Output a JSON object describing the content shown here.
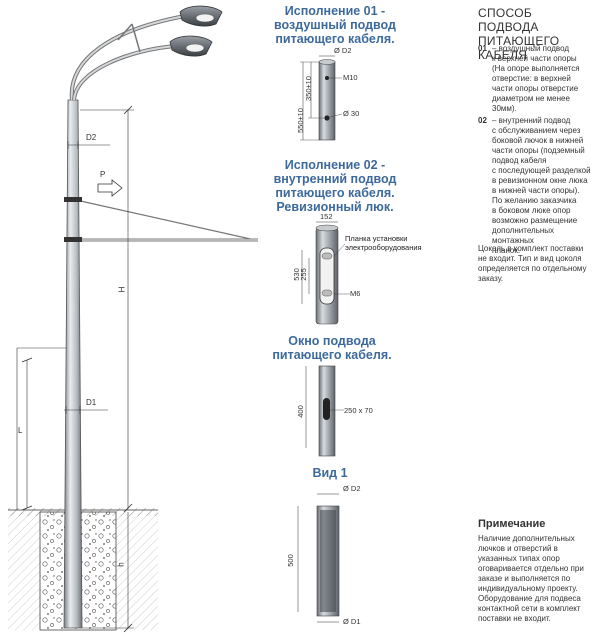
{
  "left_drawing": {
    "d2": "D2",
    "d1": "D1",
    "p": "P",
    "h": "H",
    "l": "L",
    "h_small": "h"
  },
  "variant01": {
    "title": "Исполнение 01 -\nвоздушный подвод\nпитающего кабеля.",
    "d2": "Ø D2",
    "m10": "M10",
    "dim350": "350±10",
    "dim550": "550±10",
    "d30": "Ø 30"
  },
  "variant02": {
    "title": "Исполнение 02 -\nвнутренний подвод\nпитающего кабеля.\nРевизионный люк.",
    "dim152": "152",
    "plate": "Планка установки\nэлектрооборудования",
    "dim530": "530",
    "dim255": "255",
    "m6": "M6"
  },
  "window": {
    "title": "Окно подвода\nпитающего кабеля.",
    "dim400": "400",
    "size": "250 x 70"
  },
  "view1": {
    "title": "Вид 1",
    "d2": "Ø D2",
    "dim500": "500",
    "d1": "Ø D1"
  },
  "right": {
    "title": "СПОСОБ ПОДВОДА\nПИТАЮЩЕГО КАБЕЛЯ",
    "item01_num": "01",
    "item01_text": "– воздушный подвод\nк верхней части опоры\n(На опоре выполняется\nотверстие: в верхней\nчасти опоры отверстие\nдиаметром не менее\n30мм).",
    "item02_num": "02",
    "item02_text": "– внутренний подвод\nс обслуживанием через\nбоковой лючок в нижней\nчасти опоры (подземный\nподвод кабеля\nс последующей разделкой\nв ревизионном окне люка\nв нижней части опоры).\nПо желанию заказчика\nв боковом люке опор\nвозможно размещение\nдополнительных монтажных\nпланок.",
    "base_note": "Цоколь в комплект поставки\nне входит. Тип и вид цоколя\nопределяется по отдельному\nзаказу.",
    "remark_title": "Примечание",
    "remark_text": "Наличие дополнительных\nлючков и отверстий в\nуказанных типах опор\nоговаривается отдельно при\nзаказе и выполняется по\nиндивидуальному проекту.\nОборудование для подвеса\nконтактной сети в комплект\nпоставки не входит."
  }
}
